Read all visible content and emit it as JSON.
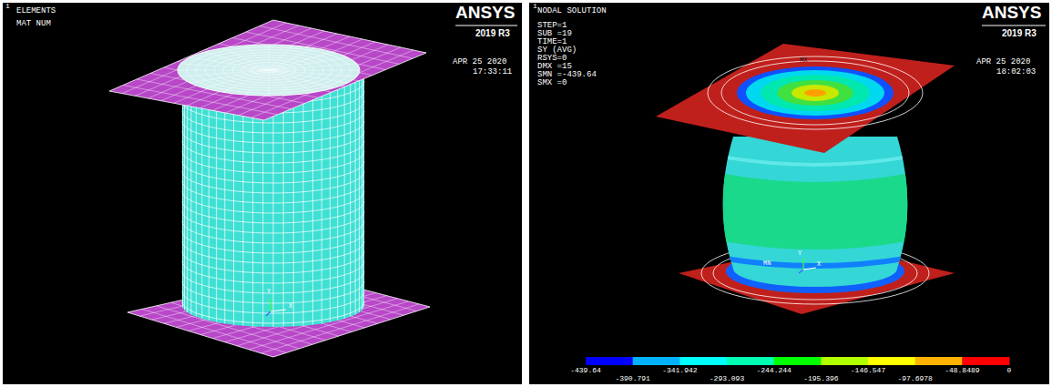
{
  "diagram": {
    "labels": [
      "1",
      "ELEMENTS",
      "MAT NUM",
      "ANSYS",
      "2019 R3",
      "APR 25 2020",
      "17:33:11",
      "Y",
      "X",
      "1",
      "NODAL SOLUTION",
      "STEP=1",
      "SUB =19",
      "TIME=1",
      "SY (AVG)",
      "RSYS=0",
      "DMX =15",
      "SMN =-439.64",
      "SMX =0",
      "ANSYS",
      "2019 R3",
      "APR 25 2020",
      "18:02:03",
      "MX",
      "MN",
      "Y",
      "X",
      "-439.64",
      "-390.791",
      "-341.942",
      "-293.093",
      "-244.244",
      "-195.396",
      "-146.547",
      "-97.6978",
      "-48.8489",
      "0"
    ]
  }
}
